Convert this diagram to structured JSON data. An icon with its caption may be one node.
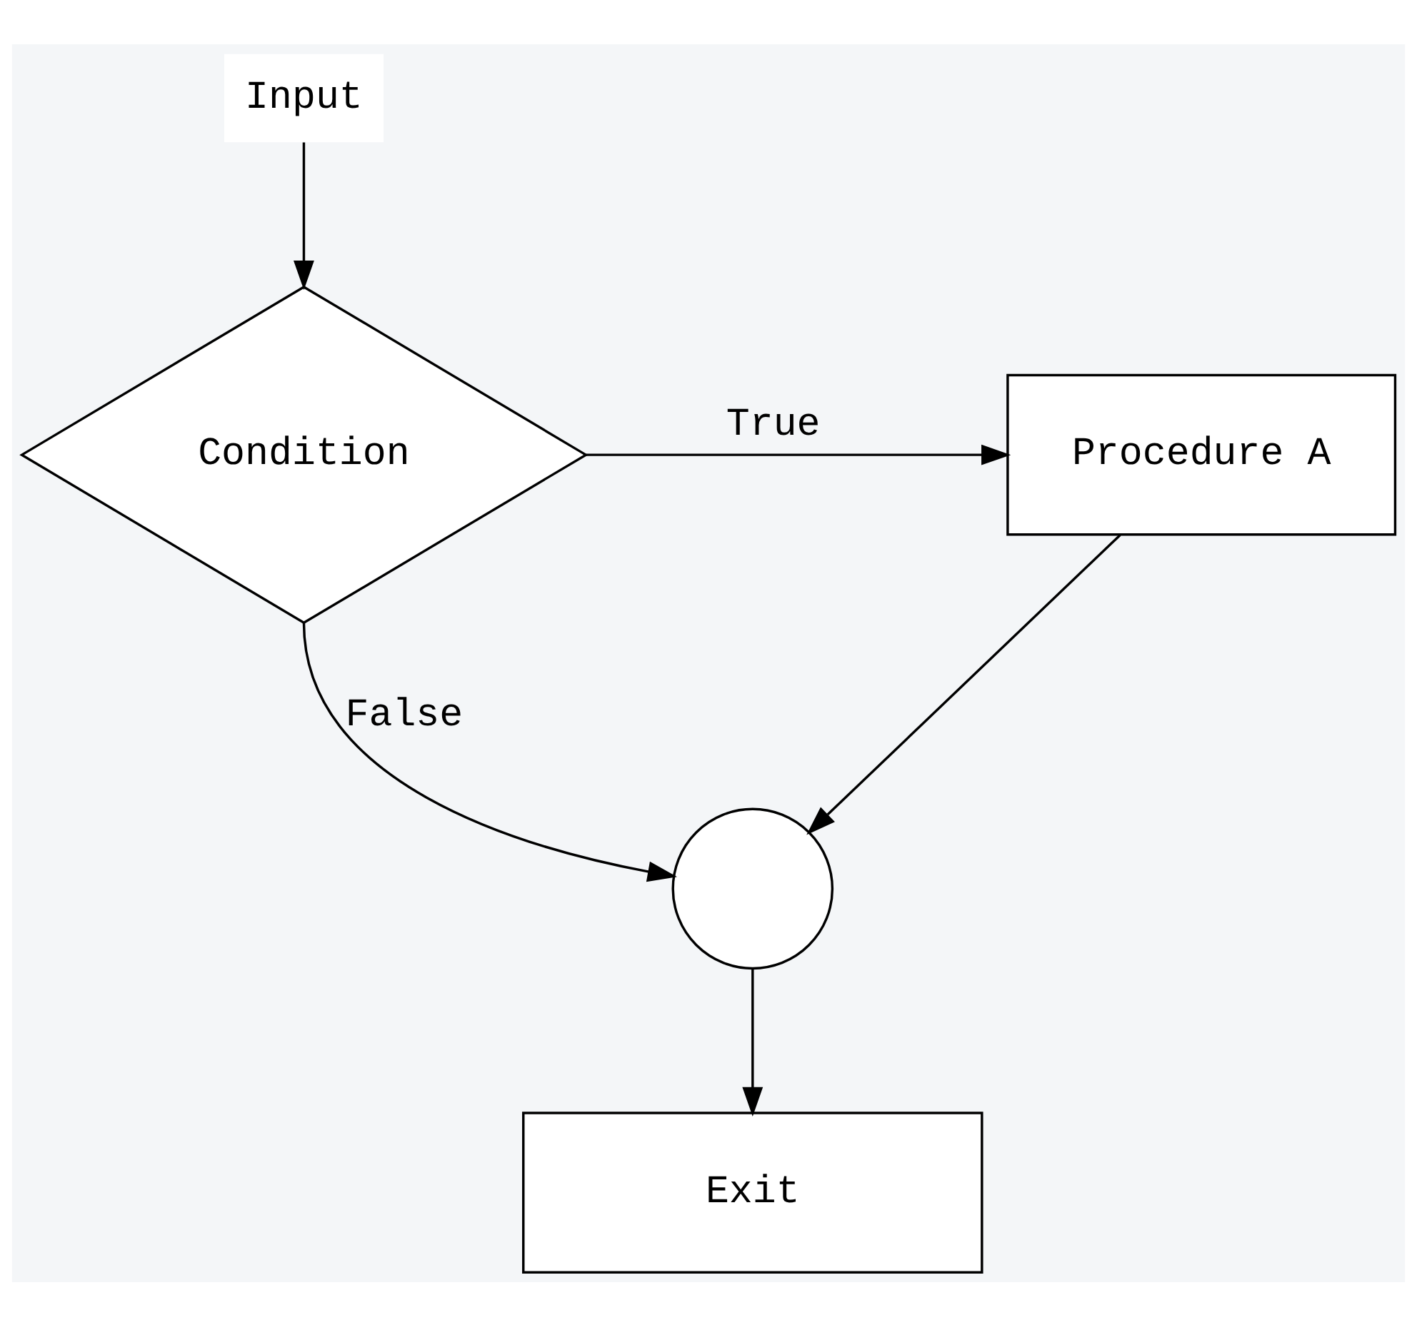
{
  "diagram": {
    "nodes": [
      {
        "text": [
          "Input"
        ]
      },
      {
        "text": [
          "Condition"
        ]
      },
      {
        "text": [
          "Procedure A"
        ]
      },
      {
        "text": [],
        "shape": "circle"
      },
      {
        "text": [
          "Exit"
        ]
      }
    ],
    "edges": [
      {
        "from": 0,
        "to": 1,
        "arrow": "to"
      },
      {
        "from": 1,
        "to": 2,
        "arrow": "to",
        "label": "True"
      },
      {
        "from": 1,
        "to": 3,
        "arrow": "to",
        "label": "False"
      },
      {
        "from": 2,
        "to": 3,
        "arrow": "to"
      },
      {
        "from": 3,
        "to": 4,
        "arrow": "to"
      }
    ]
  }
}
